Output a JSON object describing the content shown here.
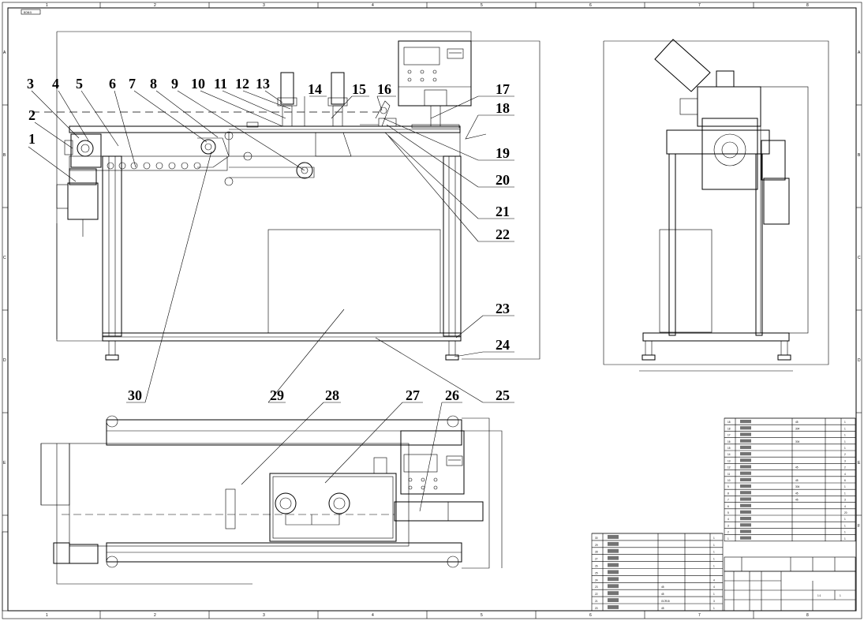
{
  "drawing": {
    "stamp": "BOM:5",
    "zones_top": [
      "1",
      "2",
      "3",
      "4",
      "5",
      "6",
      "7",
      "8"
    ],
    "zones_side": [
      "A",
      "B",
      "C",
      "D",
      "E",
      "F"
    ],
    "balloons_front": [
      "1",
      "2",
      "3",
      "4",
      "5",
      "6",
      "7",
      "8",
      "9",
      "10",
      "11",
      "12",
      "13",
      "14",
      "15",
      "16",
      "17",
      "18",
      "19",
      "20",
      "21",
      "22",
      "23",
      "24",
      "25",
      "29",
      "30"
    ],
    "balloons_top": [
      "26",
      "27",
      "28"
    ]
  },
  "bom_parts": {
    "right_rows": [
      {
        "no": "18",
        "qty": "1"
      },
      {
        "no": "18",
        "qty": "1"
      },
      {
        "no": "17",
        "qty": "1"
      },
      {
        "no": "16",
        "qty": "1"
      },
      {
        "no": "15",
        "qty": "1"
      },
      {
        "no": "14",
        "qty": "2"
      },
      {
        "no": "13",
        "qty": "3"
      },
      {
        "no": "12",
        "qty": "2"
      },
      {
        "no": "11",
        "qty": "4"
      },
      {
        "no": "10",
        "qty": "6"
      },
      {
        "no": "9",
        "qty": "1"
      },
      {
        "no": "8",
        "qty": "1"
      },
      {
        "no": "7",
        "qty": "3"
      },
      {
        "no": "6",
        "qty": "4"
      },
      {
        "no": "5",
        "qty": "20"
      },
      {
        "no": "4",
        "qty": "1"
      },
      {
        "no": "3",
        "qty": "1"
      },
      {
        "no": "2",
        "qty": "1"
      },
      {
        "no": "1",
        "qty": "1"
      }
    ],
    "left_rows": [
      {
        "no": "30",
        "qty": "1"
      },
      {
        "no": "29",
        "qty": "1"
      },
      {
        "no": "28",
        "qty": "1"
      },
      {
        "no": "27",
        "qty": "1"
      },
      {
        "no": "26",
        "qty": "1"
      },
      {
        "no": "25",
        "qty": ""
      },
      {
        "no": "24",
        "qty": "4"
      },
      {
        "no": "23",
        "qty": "4"
      },
      {
        "no": "22",
        "qty": "1"
      },
      {
        "no": "21",
        "qty": "3"
      },
      {
        "no": "20",
        "qty": "1"
      }
    ],
    "right_nums": [
      "45",
      "304",
      "",
      "304",
      "",
      "",
      "",
      "45",
      "",
      "45",
      "304",
      "45",
      "45",
      "",
      "",
      "",
      "",
      "",
      ""
    ],
    "left_nums": [
      "",
      "",
      "",
      "",
      "",
      "",
      "",
      "45",
      "45",
      "GCR15",
      "45"
    ],
    "title_block_scale": "1:1",
    "sheet_label": "1"
  }
}
